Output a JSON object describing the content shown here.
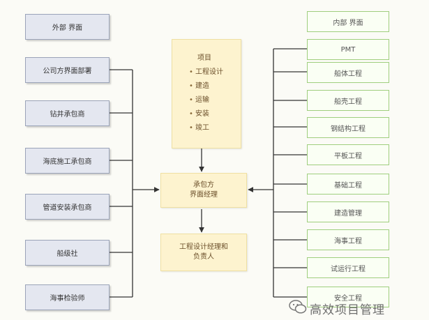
{
  "left_boxes": [
    "外部 界面",
    "公司方界面部署",
    "钻井承包商",
    "海底施工承包商",
    "管道安装承包商",
    "船级社",
    "海事检验师"
  ],
  "project": {
    "title": "项目",
    "items": [
      "工程设计",
      "建造",
      "运输",
      "安装",
      "竣工"
    ]
  },
  "contractor_manager": [
    "承包方",
    "界面经理"
  ],
  "design_manager": [
    "工程设计经理和",
    "负责人"
  ],
  "right_boxes": [
    "内部 界面",
    "PMT",
    "船体工程",
    "船壳工程",
    "钢结构工程",
    "平板工程",
    "基础工程",
    "建造管理",
    "海事工程",
    "试运行工程",
    "安全工程"
  ],
  "watermark": "高效项目管理",
  "colors": {
    "left_fill": "#e4e7f0",
    "left_border": "#9aa3b8",
    "right_border": "#9fce7e",
    "center_fill": "#fdf3cf",
    "line": "#333333"
  }
}
